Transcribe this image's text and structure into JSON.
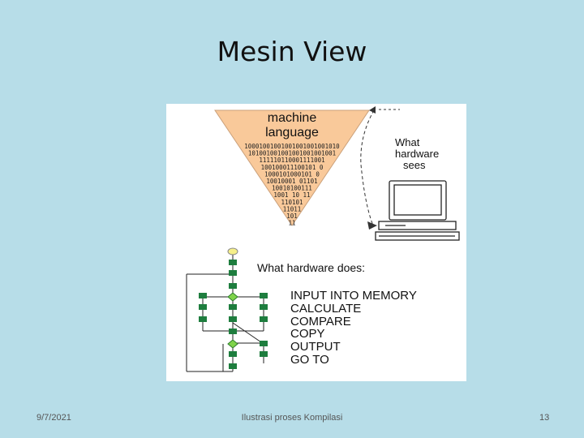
{
  "slide": {
    "title": "Mesin View",
    "footer": {
      "date": "9/7/2021",
      "caption": "Ilustrasi proses Kompilasi",
      "page_number": "13"
    }
  },
  "figure": {
    "triangle_heading": [
      "machine",
      "language"
    ],
    "binary_lines": [
      "10001001001001001001001010",
      "101001001001001001001001",
      "111110110001111001",
      "100100011100101 0",
      "1000101000101 0",
      "10010001 01101",
      "10010100111",
      "1001 10 11",
      "110101",
      "11011",
      "101",
      "11"
    ],
    "sees_label": [
      "What",
      "hardware",
      "sees"
    ],
    "does_label": "What hardware does:",
    "operations": [
      "INPUT INTO MEMORY",
      "CALCULATE",
      "COMPARE",
      "COPY",
      "OUTPUT",
      "GO TO"
    ],
    "colors": {
      "triangle": "#f9c99a",
      "node": "#1e7d3e",
      "node_active": "#7fd34a",
      "start_node": "#f6f08a"
    }
  }
}
